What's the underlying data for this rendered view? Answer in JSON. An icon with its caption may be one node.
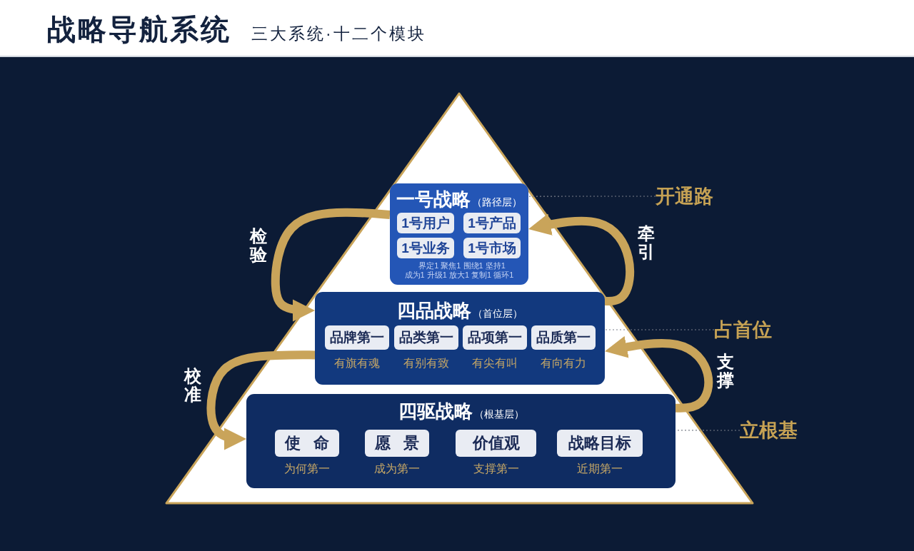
{
  "diagram": {
    "title": "战略导航系统",
    "nodes": [
      {
        "text": [
          "一号战略",
          "（路径层）",
          "界定1 聚焦1 围绕1 坚持1 成为1 升级1 放大1 复制1 循环1"
        ]
      },
      {
        "text": [
          "1号用户"
        ],
        "in": 0
      },
      {
        "text": [
          "1号产品"
        ],
        "in": 0
      },
      {
        "text": [
          "1号业务"
        ],
        "in": 0
      },
      {
        "text": [
          "1号市场"
        ],
        "in": 0
      },
      {
        "text": [
          "四品战略",
          "（首位层）"
        ]
      },
      {
        "text": [
          "品牌第一"
        ],
        "in": 5,
        "beside": [
          "有旗有魂"
        ]
      },
      {
        "text": [
          "品类第一"
        ],
        "in": 5,
        "beside": [
          "有别有致"
        ]
      },
      {
        "text": [
          "品项第一"
        ],
        "in": 5,
        "beside": [
          "有尖有叫"
        ]
      },
      {
        "text": [
          "品质第一"
        ],
        "in": 5,
        "beside": [
          "有向有力"
        ]
      },
      {
        "text": [
          "四驱战略",
          "（根基层）"
        ]
      },
      {
        "text": [
          "使 命"
        ],
        "in": 10,
        "beside": [
          "为何第一"
        ]
      },
      {
        "text": [
          "愿 景"
        ],
        "in": 10,
        "beside": [
          "成为第一"
        ]
      },
      {
        "text": [
          "价值观"
        ],
        "in": 10,
        "beside": [
          "支撑第一"
        ]
      },
      {
        "text": [
          "战略目标"
        ],
        "in": 10,
        "beside": [
          "近期第一"
        ]
      },
      {
        "text": [
          "开通路"
        ]
      },
      {
        "text": [
          "占首位"
        ]
      },
      {
        "text": [
          "立根基"
        ]
      }
    ],
    "edges": [
      {
        "from": 0,
        "to": 5,
        "arrow": "to",
        "label": "检验"
      },
      {
        "from": 5,
        "to": 10,
        "arrow": "to",
        "label": "校准"
      },
      {
        "from": 5,
        "to": 0,
        "arrow": "to",
        "label": "牵引"
      },
      {
        "from": 10,
        "to": 5,
        "arrow": "to",
        "label": "支撑"
      },
      {
        "from": 15,
        "to": 0,
        "arrow": "none",
        "style": "dashed",
        "color": "#7a7f89"
      },
      {
        "from": 16,
        "to": 5,
        "arrow": "none",
        "style": "dashed",
        "color": "#7a7f89"
      },
      {
        "from": 17,
        "to": 10,
        "arrow": "none",
        "style": "dashed",
        "color": "#7a7f89"
      }
    ],
    "labels": [
      "三大系统·十二个模块"
    ]
  }
}
